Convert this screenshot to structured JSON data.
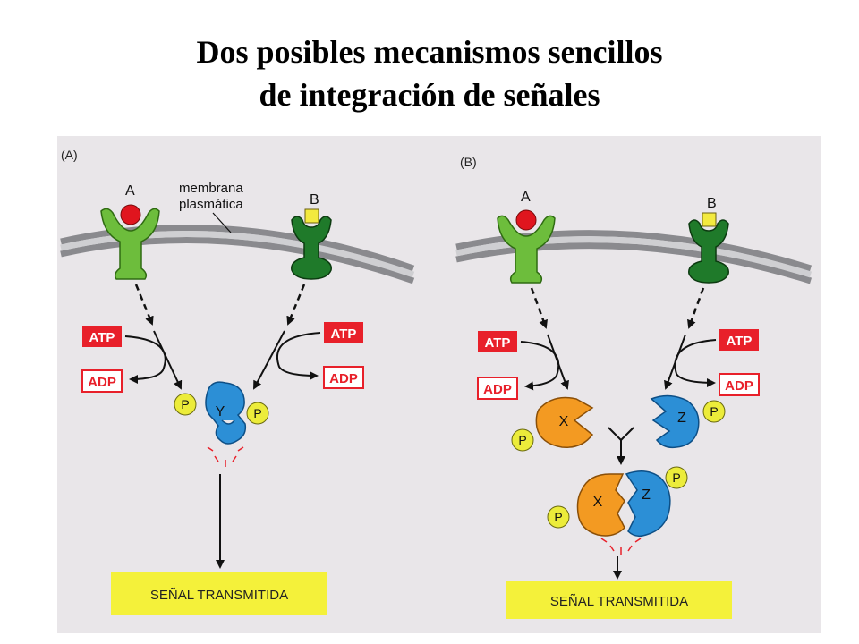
{
  "title": {
    "line1": "Dos posibles mecanismos sencillos",
    "line2": "de integración de señales"
  },
  "colors": {
    "receptor_a": "#6dbd3c",
    "receptor_b": "#1f7a2a",
    "ligand_a": "#e0151e",
    "ligand_b": "#f3ea3f",
    "phosphate": "#ecec3a",
    "protein_y_z": "#2c8fd6",
    "protein_x": "#f39a22",
    "atp_box": "#e8202a",
    "signal_box": "#f4f13a",
    "membrane": "#8a8a8e"
  },
  "panel_a": {
    "label": "(A)",
    "receptor_a": "A",
    "receptor_b": "B",
    "membrane_label_1": "membrana",
    "membrane_label_2": "plasmática",
    "atp_left": "ATP",
    "adp_left": "ADP",
    "atp_right": "ATP",
    "adp_right": "ADP",
    "protein_y": "Y",
    "phosphate_left": "P",
    "phosphate_right": "P",
    "signal": "SEÑAL TRANSMITIDA"
  },
  "panel_b": {
    "label": "(B)",
    "receptor_a": "A",
    "receptor_b": "B",
    "atp_left": "ATP",
    "adp_left": "ADP",
    "atp_right": "ATP",
    "adp_right": "ADP",
    "protein_x": "X",
    "protein_z": "Z",
    "phosphate_x": "P",
    "phosphate_z": "P",
    "complex_x": "X",
    "complex_z": "Z",
    "complex_phosphate_x": "P",
    "complex_phosphate_z": "P",
    "signal": "SEÑAL TRANSMITIDA"
  }
}
